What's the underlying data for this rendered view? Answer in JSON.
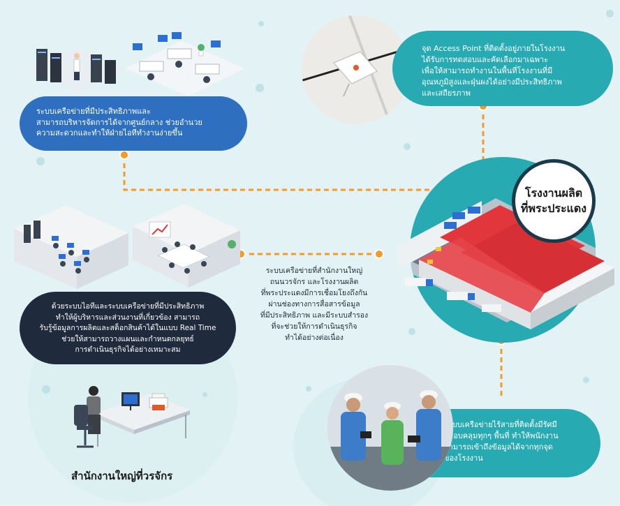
{
  "colors": {
    "background": "#e3f2f4",
    "blue_card": "#2f6fc0",
    "dark_card": "#1f2a3c",
    "teal_card": "#27aab2",
    "connector": "#f39a2b",
    "roof": "#e0363c"
  },
  "datacenter_card": {
    "lines": [
      "ระบบเครือข่ายที่มีประสิทธิภาพและ",
      "สามารถบริหารจัดการได้จากศูนย์กลาง ช่วยอำนวย",
      "ความสะดวกและทำให้ฝ่ายไอทีทำงานง่ายขึ้น"
    ]
  },
  "access_point_card": {
    "lines": [
      "จุด Access Point ที่ติดตั้งอยู่ภายในโรงงาน",
      "ได้รับการทดสอบและคัดเลือกมาเฉพาะ",
      "เพื่อให้สามารถทำงานในพื้นที่โรงงานที่มี",
      "อุณหภูมิสูงและฝุ่นผงได้อย่างมีประสิทธิภาพ",
      "และเสถียรภาพ"
    ]
  },
  "factory": {
    "title_lines": [
      "โรงงานผลิต",
      "ที่พระประแดง"
    ]
  },
  "office_card": {
    "lines": [
      "ด้วยระบบไอทีและระบบเครือข่ายที่มีประสิทธิภาพ",
      "ทำให้ผู้บริหารและส่วนงานที่เกี่ยวข้อง สามารถ",
      "รับรู้ข้อมูลการผลิตและสต็อกสินค้าได้ในแบบ Real Time",
      "ช่วยให้สามารถวางแผนและกำหนดกลยุทธ์",
      "การดำเนินธุรกิจได้อย่างเหมาะสม"
    ]
  },
  "link_text": {
    "lines": [
      "ระบบเครือข่ายที่สำนักงานใหญ่",
      "ถนนวรจักร และโรงงานผลิต",
      "ที่พระประแดงมีการเชื่อมโยงถึงกัน",
      "ผ่านช่องทางการสื่อสารข้อมูล",
      "ที่มีประสิทธิภาพ และมีระบบสำรอง",
      "ที่จะช่วยให้การดำเนินธุรกิจ",
      "ทำได้อย่างต่อเนื่อง"
    ]
  },
  "wireless_card": {
    "lines": [
      "ระบบเครือข่ายไร้สายที่ติดตั้งมีรัศมี",
      "ครอบคลุมทุกๆ พื้นที่ ทำให้พนักงาน",
      "สามารถเข้าถึงข้อมูลได้จากทุกจุด",
      "ของโรงงาน"
    ]
  },
  "headquarters": {
    "title": "สำนักงานใหญ่ที่วรจักร"
  }
}
